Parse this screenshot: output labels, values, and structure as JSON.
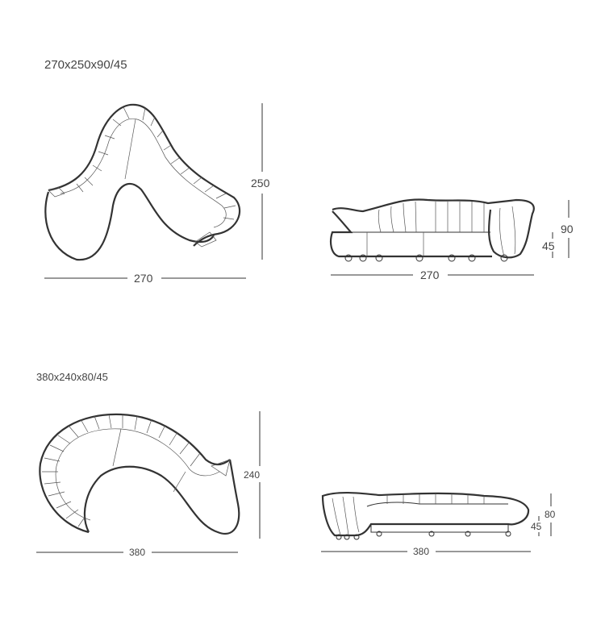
{
  "models": [
    {
      "title": "270x250x90/45",
      "plan": {
        "depth_label": "250",
        "width_label": "270"
      },
      "elevation": {
        "width_label": "270",
        "height_label": "90",
        "seat_label": "45"
      }
    },
    {
      "title": "380x240x80/45",
      "plan": {
        "depth_label": "240",
        "width_label": "380"
      },
      "elevation": {
        "width_label": "380",
        "height_label": "80",
        "seat_label": "45"
      }
    }
  ]
}
